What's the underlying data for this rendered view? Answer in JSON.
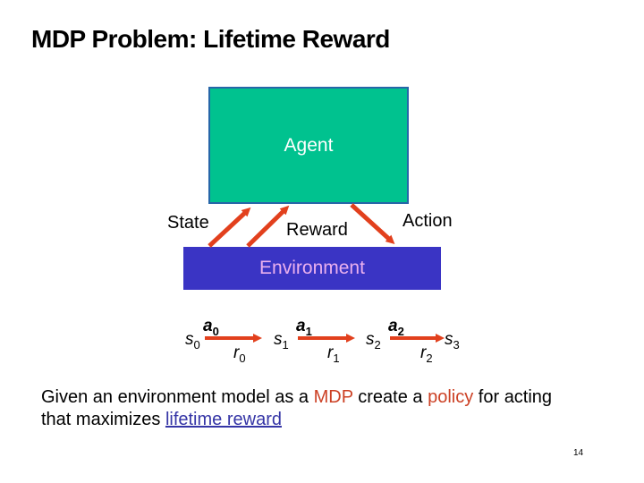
{
  "slide": {
    "title": "MDP Problem: Lifetime Reward",
    "page_number": "14"
  },
  "diagram": {
    "agent_label": "Agent",
    "environment_label": "Environment",
    "state_label": "State",
    "reward_label": "Reward",
    "action_label": "Action"
  },
  "sequence": {
    "items": [
      {
        "base": "s",
        "sub": "0"
      },
      {
        "base": "a",
        "sub": "0"
      },
      {
        "base": "r",
        "sub": "0"
      },
      {
        "base": "s",
        "sub": "1"
      },
      {
        "base": "a",
        "sub": "1"
      },
      {
        "base": "r",
        "sub": "1"
      },
      {
        "base": "s",
        "sub": "2"
      },
      {
        "base": "a",
        "sub": "2"
      },
      {
        "base": "r",
        "sub": "2"
      },
      {
        "base": "s",
        "sub": "3"
      }
    ]
  },
  "body": {
    "line1": [
      {
        "text": "Given an environment model as a "
      },
      {
        "text": "MDP"
      },
      {
        "text": " create a "
      },
      {
        "text": "policy"
      },
      {
        "text": " for acting"
      }
    ],
    "line2": [
      {
        "text": "that maximizes "
      },
      {
        "text": "lifetime reward"
      }
    ]
  },
  "colors": {
    "agent_fill": "#00c28f",
    "agent_border": "#2666a8",
    "agent_text": "#ffffff",
    "environment_fill": "#3a34c4",
    "environment_text": "#eab0ee",
    "arrow": "#e2401d",
    "accent_text": "#cc4125",
    "link_text": "#3535a6",
    "title_text": "#000000",
    "body_text": "#000000"
  }
}
